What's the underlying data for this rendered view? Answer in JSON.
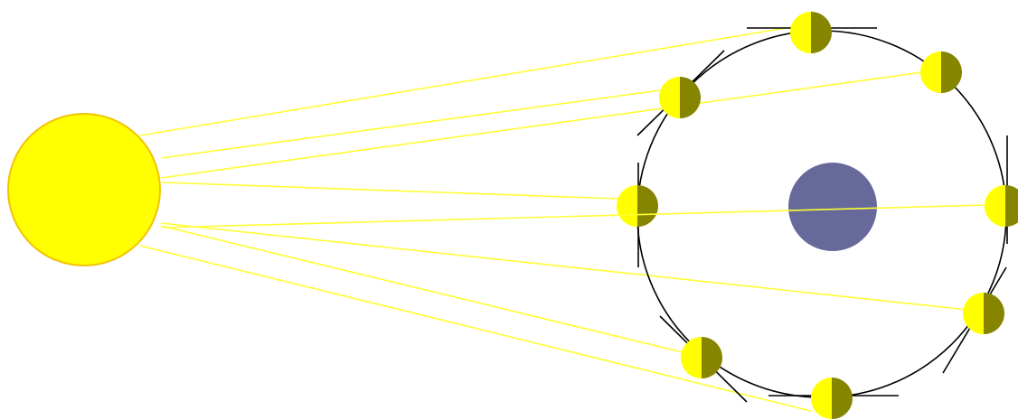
{
  "diagram": {
    "kind": "moon-phases-orbit",
    "colors": {
      "sun_fill": "#ffff00",
      "sun_stroke": "#f2c400",
      "ray": "#ffff33",
      "earth": "#67699a",
      "moon_lit": "#ffff00",
      "moon_dark": "#858500",
      "orbit": "#000000",
      "tangent": "#000000"
    },
    "sun": {
      "name": "sun"
    },
    "earth": {
      "name": "earth"
    },
    "moons": [
      {
        "name": "moon-top"
      },
      {
        "name": "moon-upper-left"
      },
      {
        "name": "moon-upper-right"
      },
      {
        "name": "moon-left"
      },
      {
        "name": "moon-right"
      },
      {
        "name": "moon-lower-right"
      },
      {
        "name": "moon-lower-left"
      },
      {
        "name": "moon-bottom"
      }
    ]
  }
}
